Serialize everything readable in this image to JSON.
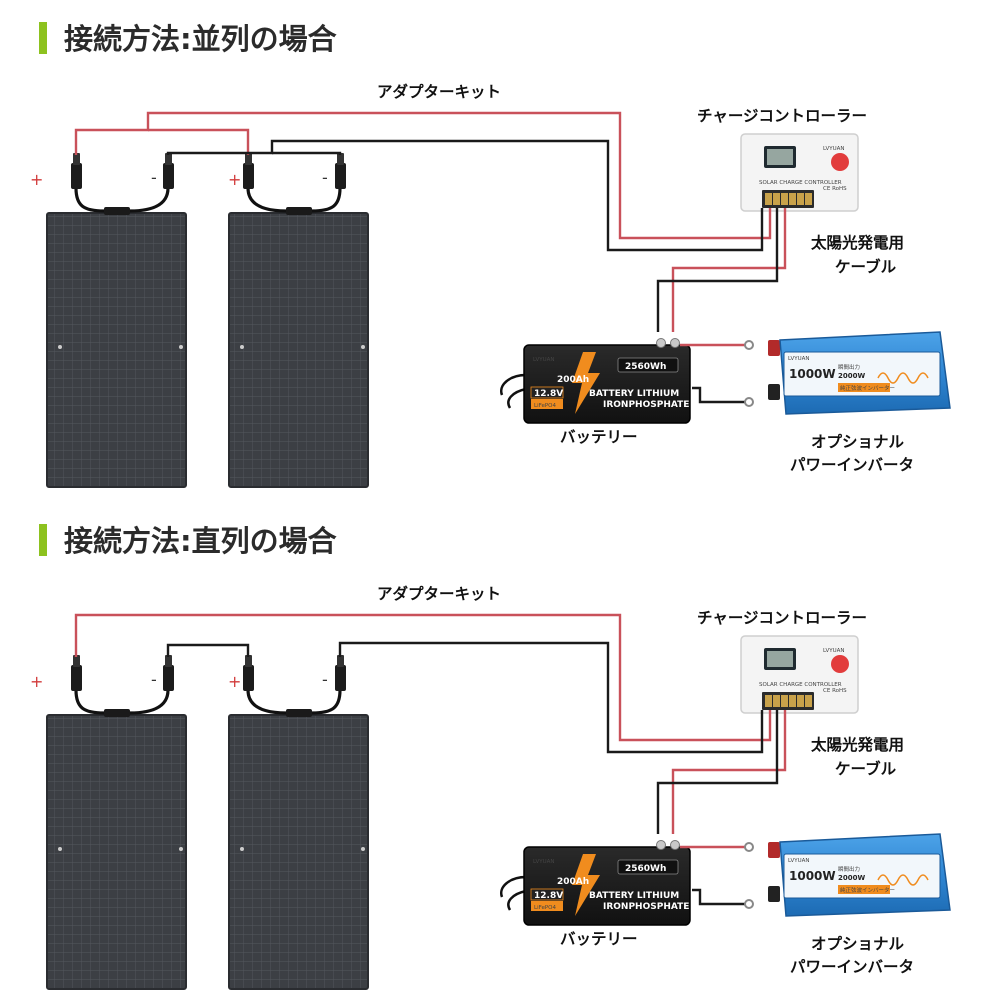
{
  "sections": [
    {
      "heading": "接続方法:並列の場合",
      "mode": "parallel",
      "labels": {
        "adapter_kit": "アダプターキット",
        "charge_controller": "チャージコントローラー",
        "solar_cable_line1": "太陽光発電用",
        "solar_cable_line2": "ケーブル",
        "battery": "バッテリー",
        "inverter_line1": "オプショナル",
        "inverter_line2": "パワーインバータ"
      },
      "polarity": {
        "plus": "+",
        "minus": "-"
      }
    },
    {
      "heading": "接続方法:直列の場合",
      "mode": "series",
      "labels": {
        "adapter_kit": "アダプターキット",
        "charge_controller": "チャージコントローラー",
        "solar_cable_line1": "太陽光発電用",
        "solar_cable_line2": "ケーブル",
        "battery": "バッテリー",
        "inverter_line1": "オプショナル",
        "inverter_line2": "パワーインバータ"
      },
      "polarity": {
        "plus": "+",
        "minus": "-"
      }
    }
  ],
  "product_text": {
    "controller_title": "SOLAR CHARGE CONTROLLER",
    "controller_marks": "CE RoHS",
    "controller_brand": "LVYUAN",
    "battery_brand": "LVYUAN",
    "battery_capacity": "200Ah",
    "battery_energy": "2560Wh",
    "battery_voltage": "12.8V",
    "battery_chem": "LiFePO4",
    "battery_line1": "BATTERY LITHIUM",
    "battery_line2": "IRONPHOSPHATE",
    "inverter_brand": "LVYUAN",
    "inverter_rated": "1000W",
    "inverter_peak": "2000W",
    "inverter_peak_label": "瞬間出力",
    "inverter_type": "純正弦波インバーター"
  },
  "colors": {
    "accent_bar": "#8dc21f",
    "wire_positive": "#c9515a",
    "wire_negative": "#1a1a1a",
    "inverter_body": "#2f86d3",
    "battery_accent": "#f08c1e"
  }
}
